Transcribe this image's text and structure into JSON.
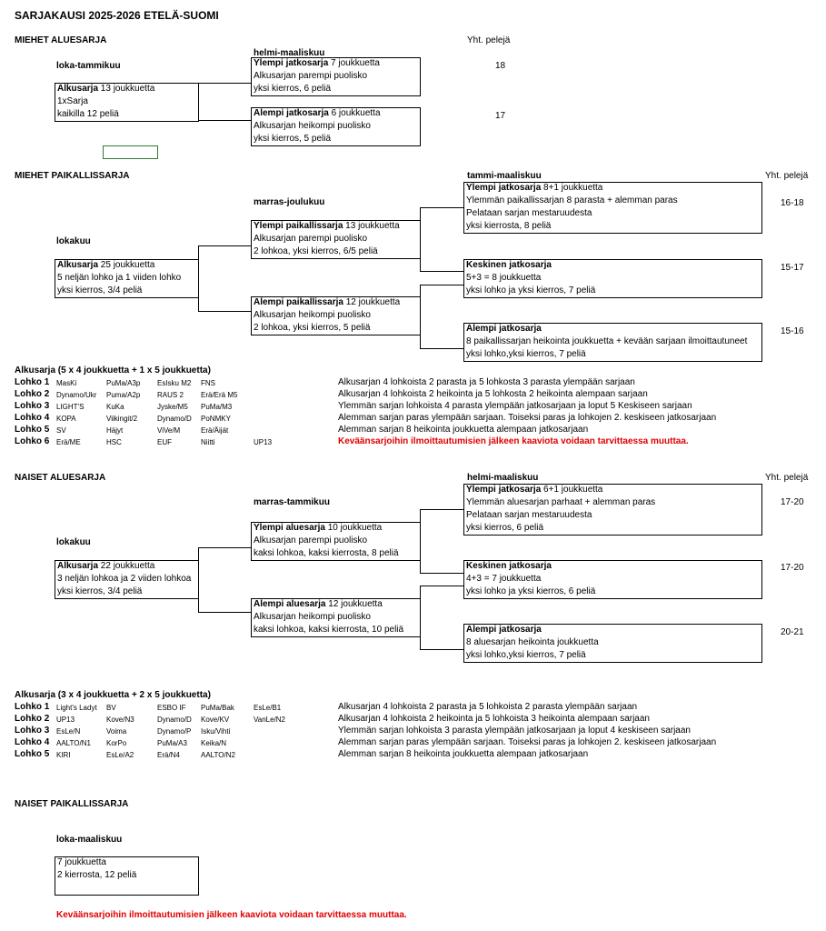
{
  "title": "SARJAKAUSI 2025-2026 ETELÄ-SUOMI",
  "yht_pelejä": "Yht. pelejä",
  "ma": {
    "heading": "MIEHET ALUESARJA",
    "p1": "loka-tammikuu",
    "p2": "helmi-maaliskuu",
    "alku": {
      "name": "Alkusarja",
      "rest": " 13 joukkuetta",
      "l2": "1xSarja",
      "l3": "kaikilla 12 peliä"
    },
    "ylempi": {
      "name": "Ylempi jatkosarja",
      "rest": " 7 joukkuetta",
      "l2": "Alkusarjan parempi puolisko",
      "l3": "yksi kierros, 6 peliä",
      "games": "18"
    },
    "alempi": {
      "name": "Alempi jatkosarja",
      "rest": " 6 joukkuetta",
      "l2": "Alkusarjan heikompi puolisko",
      "l3": "yksi kierros, 5 peliä",
      "games": "17"
    }
  },
  "mp": {
    "heading": "MIEHET PAIKALLISSARJA",
    "p1": "lokakuu",
    "p2": "marras-joulukuu",
    "p3": "tammi-maaliskuu",
    "alku": {
      "name": "Alkusarja",
      "rest": " 25 joukkuetta",
      "l2": "5 neljän lohko ja 1 viiden lohko",
      "l3": "yksi kierros, 3/4 peliä"
    },
    "ylempi": {
      "name": "Ylempi paikallissarja",
      "rest": " 13 joukkuetta",
      "l2": "Alkusarjan parempi puolisko",
      "l3": "2 lohkoa, yksi kierros, 6/5 peliä"
    },
    "alempi": {
      "name": "Alempi paikallissarja",
      "rest": " 12 joukkuetta",
      "l2": "Alkusarjan heikompi puolisko",
      "l3": "2 lohkoa, yksi kierros, 5 peliä"
    },
    "yj": {
      "name": "Ylempi jatkosarja",
      "rest": " 8+1 joukkuetta",
      "l2": "Ylemmän paikallissarjan 8 parasta + alemman paras",
      "l3": "Pelataan sarjan mestaruudesta",
      "l4": "yksi kierrosta, 8 peliä",
      "games": "16-18"
    },
    "kj": {
      "name": "Keskinen jatkosarja",
      "l2": "5+3 = 8  joukkuetta",
      "l3": "yksi lohko ja yksi kierros, 7 peliä",
      "games": "15-17"
    },
    "aj": {
      "name": "Alempi jatkosarja",
      "l2": "8 paikallissarjan heikointa joukkuetta + kevään sarjaan ilmoittautuneet",
      "l3": "yksi lohko,yksi kierros, 7  peliä",
      "games": "15-16"
    },
    "table_title": "Alkusarja  (5 x 4 joukkuetta + 1 x 5  joukkuetta)",
    "rows": [
      {
        "label": "Lohko 1",
        "teams": [
          "MasKi",
          "PuMa/A3p",
          "EsIsku M2",
          "FNS",
          ""
        ],
        "note": "Alkusarjan 4 lohkoista 2 parasta ja 5 lohkosta 3 parasta ylempään sarjaan"
      },
      {
        "label": "Lohko 2",
        "teams": [
          "Dynamo/Ukr",
          "Puma/A2p",
          "RAUS 2",
          "Erä/Erä M5",
          ""
        ],
        "note": "Alkusarjan 4 lohkoista 2 heikointa ja 5 lohkosta 2 heikointa alempaan sarjaan"
      },
      {
        "label": "Lohko 3",
        "teams": [
          "LIGHT'S",
          "KuKa",
          "Jyske/M5",
          "PuMa/M3",
          ""
        ],
        "note": "Ylemmän sarjan lohkoista 4 parasta ylempään jatkosarjaan ja loput 5 Keskiseen sarjaan"
      },
      {
        "label": "Lohko 4",
        "teams": [
          "KOPA",
          "Viikingit/2",
          "Dynamo/D",
          "PoNMKY",
          ""
        ],
        "note": "Alemman sarjan paras ylempään sarjaan. Toiseksi paras ja lohkojen 2. keskiseen jatkosarjaan"
      },
      {
        "label": "Lohko 5",
        "teams": [
          "SV",
          "Häjyt",
          "ViVe/M",
          "Erä/Äijät",
          ""
        ],
        "note": "Alemman sarjan 8 heikointa joukkuetta alempaan jatkosarjaan"
      },
      {
        "label": "Lohko 6",
        "teams": [
          "Erä/ME",
          "HSC",
          "EUF",
          "Niitti",
          "UP13"
        ],
        "note": "Keväänsarjoihin ilmoittautumisien jälkeen kaaviota voidaan tarvittaessa muuttaa."
      }
    ]
  },
  "na": {
    "heading": "NAISET ALUESARJA",
    "p1": "lokakuu",
    "p2": "marras-tammikuu",
    "p3": "helmi-maaliskuu",
    "alku": {
      "name": "Alkusarja",
      "rest": " 22 joukkuetta",
      "l2": "3 neljän lohkoa ja 2 viiden lohkoa",
      "l3": "yksi kierros, 3/4 peliä"
    },
    "ylempi": {
      "name": "Ylempi aluesarja",
      "rest": " 10 joukkuetta",
      "l2": "Alkusarjan parempi puolisko",
      "l3": "kaksi lohkoa, kaksi kierrosta, 8 peliä"
    },
    "alempi": {
      "name": "Alempi aluesarja",
      "rest": " 12 joukkuetta",
      "l2": "Alkusarjan heikompi puolisko",
      "l3": "kaksi lohkoa, kaksi kierrosta, 10 peliä"
    },
    "yj": {
      "name": "Ylempi jatkosarja",
      "rest": " 6+1 joukkuetta",
      "l2": "Ylemmän aluesarjan parhaat + alemman paras",
      "l3": "Pelataan sarjan mestaruudesta",
      "l4": "yksi kierros, 6 peliä",
      "games": "17-20"
    },
    "kj": {
      "name": "Keskinen jatkosarja",
      "l2": "4+3 = 7  joukkuetta",
      "l3": "yksi lohko ja yksi kierros, 6 peliä",
      "games": "17-20"
    },
    "aj": {
      "name": "Alempi jatkosarja",
      "l2": "8 aluesarjan heikointa joukkuetta",
      "l3": "yksi lohko,yksi kierros, 7  peliä",
      "games": "20-21"
    },
    "table_title": "Alkusarja  (3 x 4 joukkuetta + 2 x 5  joukkuetta)",
    "rows": [
      {
        "label": "Lohko 1",
        "teams": [
          "Light's Ladyt",
          "BV",
          "ESBO IF",
          "PuMa/Bak",
          "EsLe/B1"
        ],
        "note": "Alkusarjan 4 lohkoista 2 parasta ja 5 lohkoista 2 parasta ylempään sarjaan"
      },
      {
        "label": "Lohko 2",
        "teams": [
          "UP13",
          "Kove/N3",
          "Dynamo/D",
          "Kove/KV",
          "VanLe/N2"
        ],
        "note": "Alkusarjan 4 lohkoista 2 heikointa ja 5 lohkoista 3 heikointa alempaan sarjaan"
      },
      {
        "label": "Lohko 3",
        "teams": [
          "EsLe/N",
          "Voima",
          "Dynamo/P",
          "Isku/Vihti",
          ""
        ],
        "note": "Ylemmän sarjan lohkoista 3 parasta ylempään jatkosarjaan ja loput 4 keskiseen sarjaan"
      },
      {
        "label": "Lohko 4",
        "teams": [
          "AALTO/N1",
          "KorPo",
          "PuMa/A3",
          "Keika/N",
          ""
        ],
        "note": "Alemman sarjan paras ylempään sarjaan. Toiseksi paras ja lohkojen 2. keskiseen jatkosarjaan"
      },
      {
        "label": "Lohko 5",
        "teams": [
          "KIRI",
          "EsLe/A2",
          "Erä/N4",
          "AALTO/N2",
          ""
        ],
        "note": "Alemman sarjan 8 heikointa joukkuetta alempaan jatkosarjaan"
      }
    ]
  },
  "np": {
    "heading": "NAISET PAIKALLISSARJA",
    "p1": "loka-maaliskuu",
    "l1": "7 joukkuetta",
    "l2": "2 kierrosta, 12 peliä",
    "note": "Keväänsarjoihin ilmoittautumisien jälkeen kaaviota voidaan tarvittaessa muuttaa."
  }
}
